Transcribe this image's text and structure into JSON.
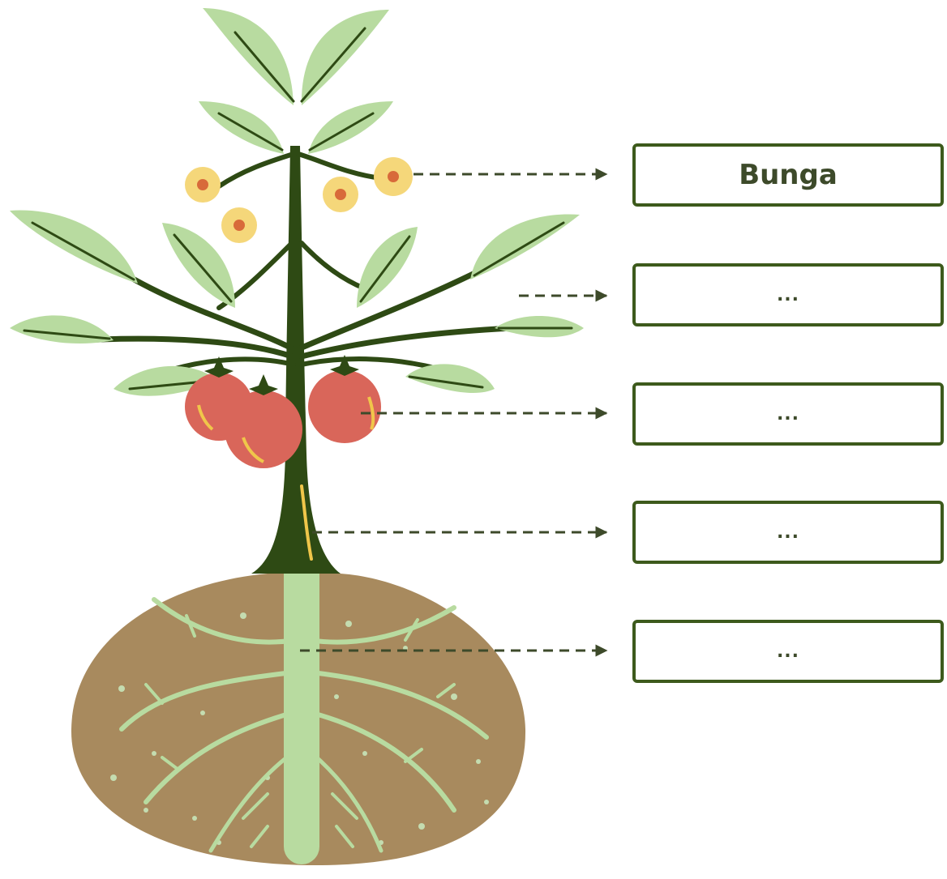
{
  "colors": {
    "leaf": "#b8dba0",
    "vein": "#2e4a14",
    "stem": "#2e4a14",
    "tomato": "#d9665a",
    "tomato_highlight": "#f0c64a",
    "flower": "#f5d77a",
    "flower_center": "#d86a3a",
    "soil": "#a88a5e",
    "root": "#b8dba0",
    "box_border": "#3d5a1c",
    "arrow": "#3d4a2a"
  },
  "labels": [
    {
      "part": "flower",
      "text": "Bunga"
    },
    {
      "part": "leaf",
      "text": "..."
    },
    {
      "part": "fruit",
      "text": "..."
    },
    {
      "part": "stem",
      "text": "..."
    },
    {
      "part": "root",
      "text": "..."
    }
  ]
}
